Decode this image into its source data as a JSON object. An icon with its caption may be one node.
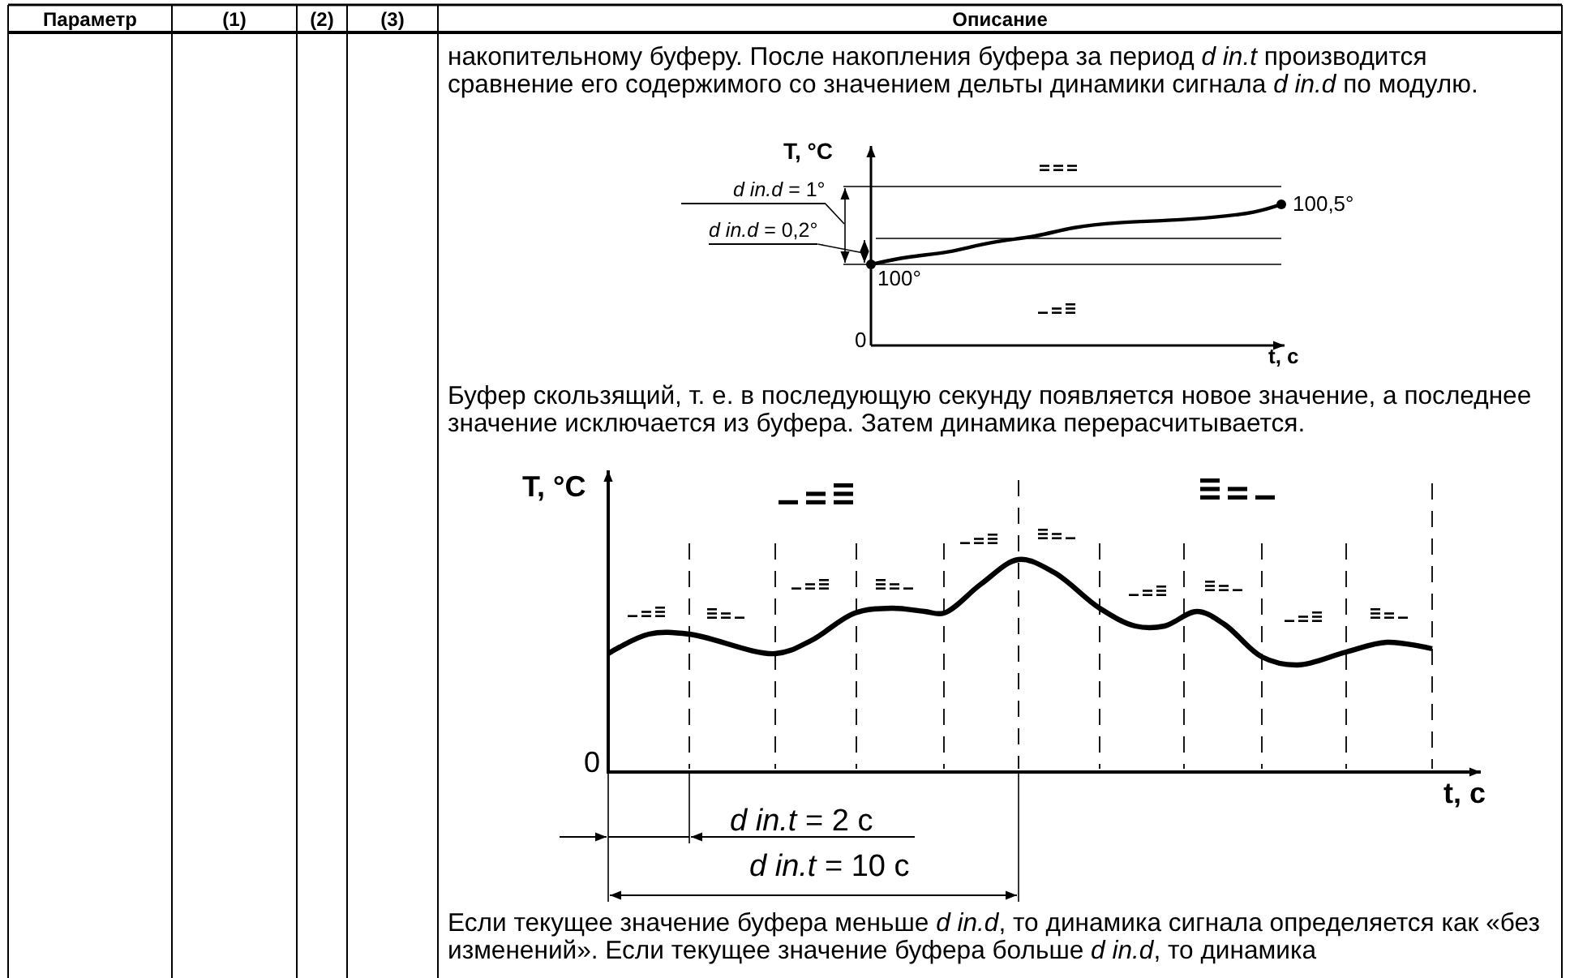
{
  "diagram": {
    "nodes": [
      {
        "text": [
          "*d in.d* = 1°"
        ]
      },
      {
        "text": [
          "*d in.d* = 0,2°"
        ]
      },
      {
        "text": [],
        "shape": "bar"
      },
      {
        "text": [],
        "shape": "bar"
      }
    ],
    "edges": [
      {
        "from": 0,
        "to": 2,
        "arrow": "none"
      },
      {
        "from": 1,
        "to": 3,
        "arrow": "none"
      }
    ],
    "labels": [
      "Параметр",
      "(1)",
      "(2)",
      "(3)",
      "Описание",
      "накопительному буферу. После накопления буфера за период *d in.t* производится сравнение его содержимого со значением дельты динамики сигнала *d in.d* по модулю.",
      "T, °C",
      "100,5°",
      "100°",
      "0",
      "t, c",
      "Буфер скользящий, т. е. в последующую секунду появляется новое значение, а последнее значение исключается из буфера. Затем динамика перерасчитывается.",
      "T, °C",
      "0",
      "t, c",
      "*d in.t* = 2 c",
      "*d in.t* = 10 c",
      "Если текущее значение буфера меньше *d in.d*, то динамика сигнала определяется как «без изменений». Если текущее значение буфера больше *d in.d*, то динамика"
    ]
  }
}
